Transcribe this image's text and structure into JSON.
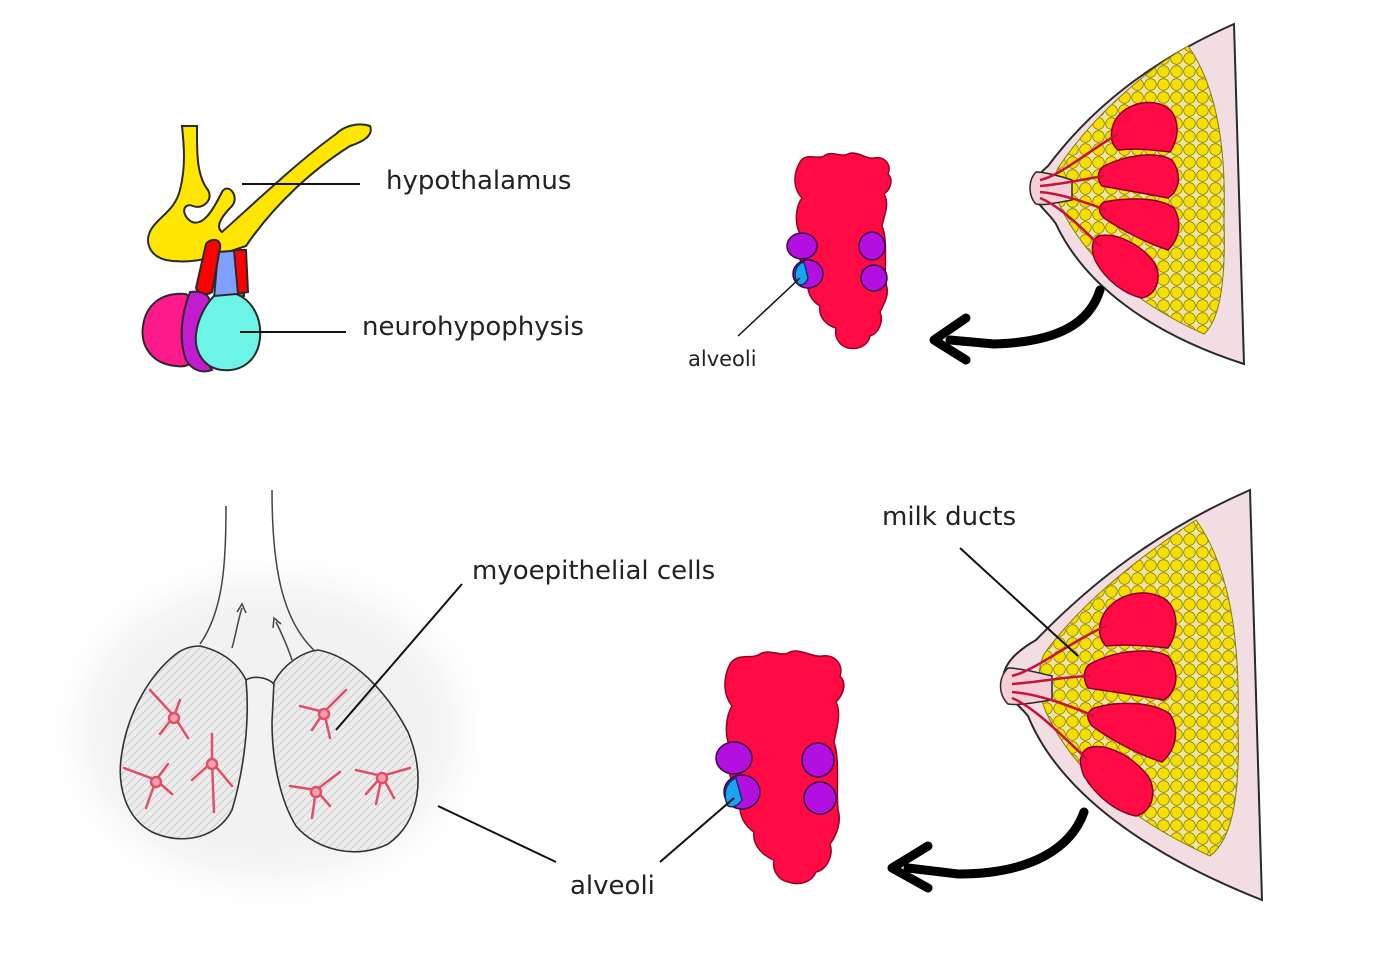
{
  "labels": {
    "hypothalamus": "hypothalamus",
    "neurohypophysis": "neurohypophysis",
    "alveoli_small": "alveoli",
    "myoepithelial_cells": "myoepithelial cells",
    "alveoli_large": "alveoli",
    "milk_ducts": "milk ducts"
  },
  "colors": {
    "hypothalamus_yellow": "#ffe600",
    "stalk_red": "#ff0000",
    "stalk_blue": "#7fa0ff",
    "neurohypophysis_cyan": "#6cf5e6",
    "adenohypophysis_pink": "#ff1a8c",
    "intermediate_purple": "#c21bd0",
    "lobule_red": "#ff0a45",
    "alveolus_purple": "#b30fe0",
    "alveolus_blue": "#1aa3f0",
    "fat_yellow": "#f4e000",
    "breast_skin": "#f2dde3",
    "myoepithelial_pink": "#e0506a",
    "arrow_black": "#000000"
  }
}
